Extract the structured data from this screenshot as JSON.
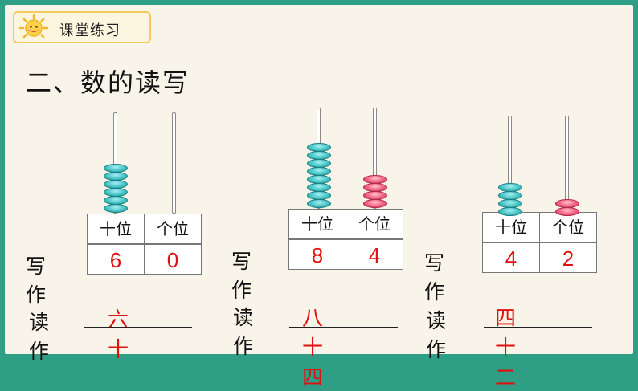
{
  "header": {
    "title": "课堂练习"
  },
  "section_title": "二、数的读写",
  "place_labels": {
    "tens": "十位",
    "ones": "个位"
  },
  "labels": {
    "write": "写作",
    "read": "读作"
  },
  "colors": {
    "tens_bead": "#44c4c6",
    "ones_bead": "#f0607e",
    "answer": "#e01010",
    "frame": "#2e9e84"
  },
  "problems": [
    {
      "tens": 6,
      "ones": 0,
      "tens_digit": "6",
      "ones_digit": "0",
      "reading": "六十"
    },
    {
      "tens": 8,
      "ones": 4,
      "tens_digit": "8",
      "ones_digit": "4",
      "reading": "八十四"
    },
    {
      "tens": 4,
      "ones": 2,
      "tens_digit": "4",
      "ones_digit": "2",
      "reading": "四十二"
    }
  ]
}
